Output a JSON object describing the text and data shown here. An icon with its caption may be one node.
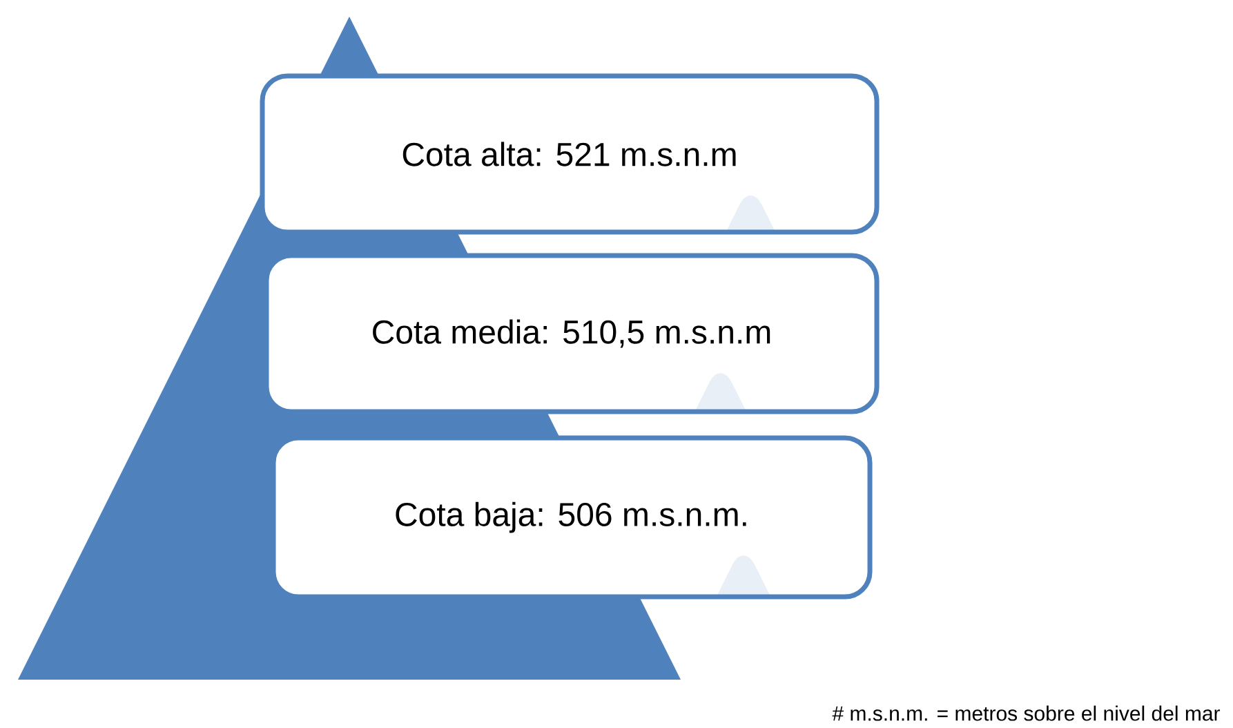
{
  "diagram": {
    "nodes": [
      {
        "text": [
          "Cota alta: 521 m.s.n.m"
        ]
      },
      {
        "text": [
          "Cota media: 510,5 m.s.n.m"
        ]
      },
      {
        "text": [
          "Cota baja: 506 m.s.n.m."
        ]
      }
    ],
    "labels": [
      "# m.s.n.m. = metros sobre el nivel del mar"
    ]
  }
}
